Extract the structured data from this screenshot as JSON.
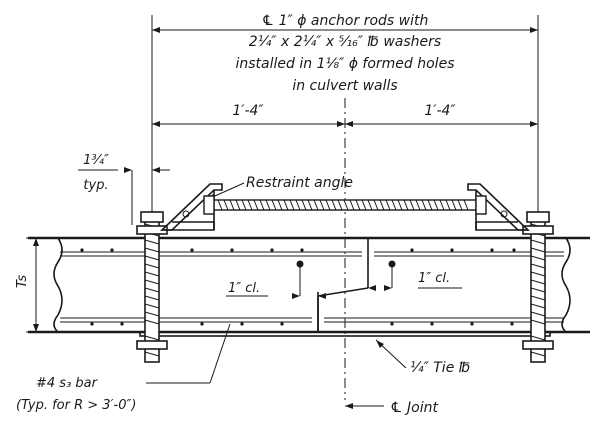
{
  "notes": {
    "anchor_rods": [
      "℄ 1″ ϕ anchor rods with",
      "2¼″ x 2¼″ x ⁵⁄₁₆″ ℔ washers",
      "installed in 1⅛″ ϕ formed holes",
      "in culvert walls"
    ],
    "dim_left": "1′-4″",
    "dim_right": "1′-4″",
    "edge_dim": [
      "1¾″",
      "typ."
    ],
    "restraint_angle": "Restraint angle",
    "slab_thickness": "Ts",
    "clear_left": "1″ cl.",
    "clear_right": "1″ cl.",
    "tie_plate": "¼″ Tie ℔",
    "bar_callout": [
      "#4 s₃ bar",
      "(Typ. for R > 3′-0″)"
    ],
    "joint": "℄ Joint"
  }
}
